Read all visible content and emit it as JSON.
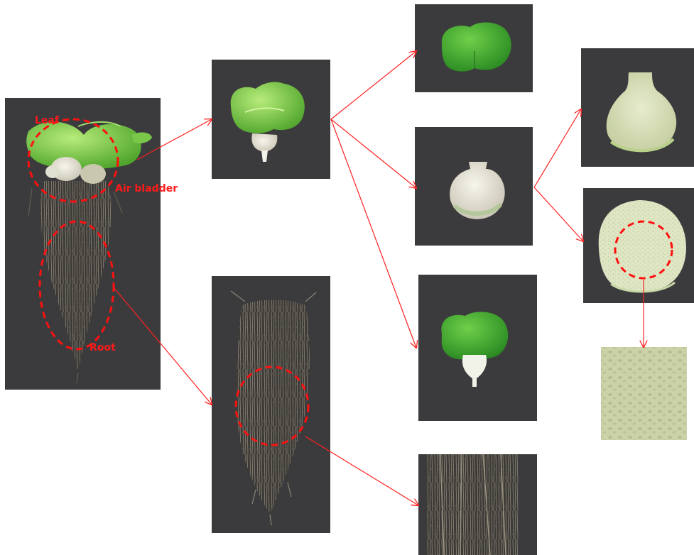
{
  "labels": {
    "leaf": "Leaf",
    "air_bladder": "Air bladder",
    "root": "Root"
  },
  "colors": {
    "annotation": "#ff1a1a",
    "photo_background": "#3b3b3d",
    "leaf_green": "#6cc23a",
    "bladder_white": "#e9ecd6",
    "spongy_tissue": "#c9cfa6",
    "root_dark": "#2c2a26"
  },
  "icons": {
    "whole_plant": "whole-plant-photo",
    "leaf_bladder_unit": "leaf-with-air-bladder-photo",
    "leaf_blade": "leaf-blade-photo",
    "air_bladder": "air-bladder-photo",
    "bladder_section": "air-bladder-longitudinal-section-photo",
    "bladder_cross_section": "air-bladder-cross-section-photo",
    "spongy_closeup": "spongy-tissue-closeup-photo",
    "leaf_with_cut_bladder": "leaf-with-cut-bladder-photo",
    "root_cluster": "root-cluster-photo",
    "root_closeup": "root-closeup-photo"
  }
}
